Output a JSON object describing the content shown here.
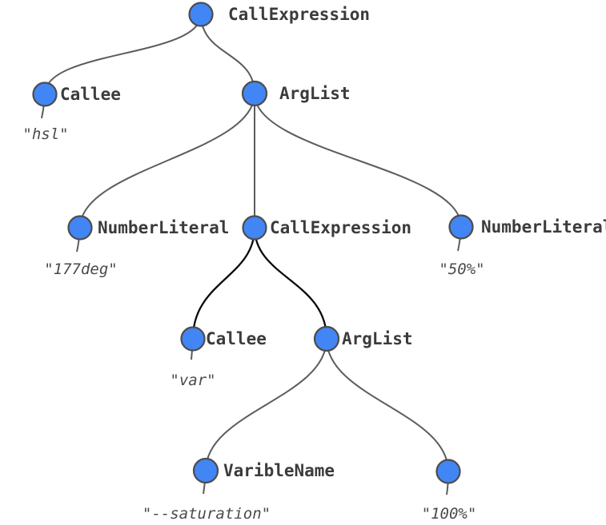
{
  "diagram": {
    "type": "syntax-tree",
    "colors": {
      "background": "#ffffff",
      "node_fill": "#4285F4",
      "node_stroke": "#4d4d4d",
      "edge": "#5c5c5c",
      "edge_highlight": "#0a0a0a",
      "label_text": "#3b3b3b",
      "value_text": "#4a4a4a"
    },
    "nodes": [
      {
        "id": "call-expression-root",
        "label": "CallExpression",
        "value": ""
      },
      {
        "id": "callee-hsl",
        "label": "Callee",
        "value": "\"hsl\""
      },
      {
        "id": "arglist-outer",
        "label": "ArgList",
        "value": ""
      },
      {
        "id": "number-literal-177deg",
        "label": "NumberLiteral",
        "value": "\"177deg\""
      },
      {
        "id": "call-expression-inner",
        "label": "CallExpression",
        "value": ""
      },
      {
        "id": "number-literal-50pct",
        "label": "NumberLiteral",
        "value": "\"50%\""
      },
      {
        "id": "callee-var",
        "label": "Callee",
        "value": "\"var\""
      },
      {
        "id": "arglist-inner",
        "label": "ArgList",
        "value": ""
      },
      {
        "id": "varible-name",
        "label": "VaribleName",
        "value": "\"--saturation\""
      },
      {
        "id": "unlabeled-leaf-100pct",
        "label": "",
        "value": "\"100%\""
      }
    ],
    "edges": [
      {
        "from": "call-expression-root",
        "to": "callee-hsl",
        "highlighted": false
      },
      {
        "from": "call-expression-root",
        "to": "arglist-outer",
        "highlighted": false
      },
      {
        "from": "arglist-outer",
        "to": "number-literal-177deg",
        "highlighted": false
      },
      {
        "from": "arglist-outer",
        "to": "call-expression-inner",
        "highlighted": false
      },
      {
        "from": "arglist-outer",
        "to": "number-literal-50pct",
        "highlighted": false
      },
      {
        "from": "call-expression-inner",
        "to": "callee-var",
        "highlighted": true
      },
      {
        "from": "call-expression-inner",
        "to": "arglist-inner",
        "highlighted": true
      },
      {
        "from": "arglist-inner",
        "to": "varible-name",
        "highlighted": false
      },
      {
        "from": "arglist-inner",
        "to": "unlabeled-leaf-100pct",
        "highlighted": false
      }
    ]
  }
}
